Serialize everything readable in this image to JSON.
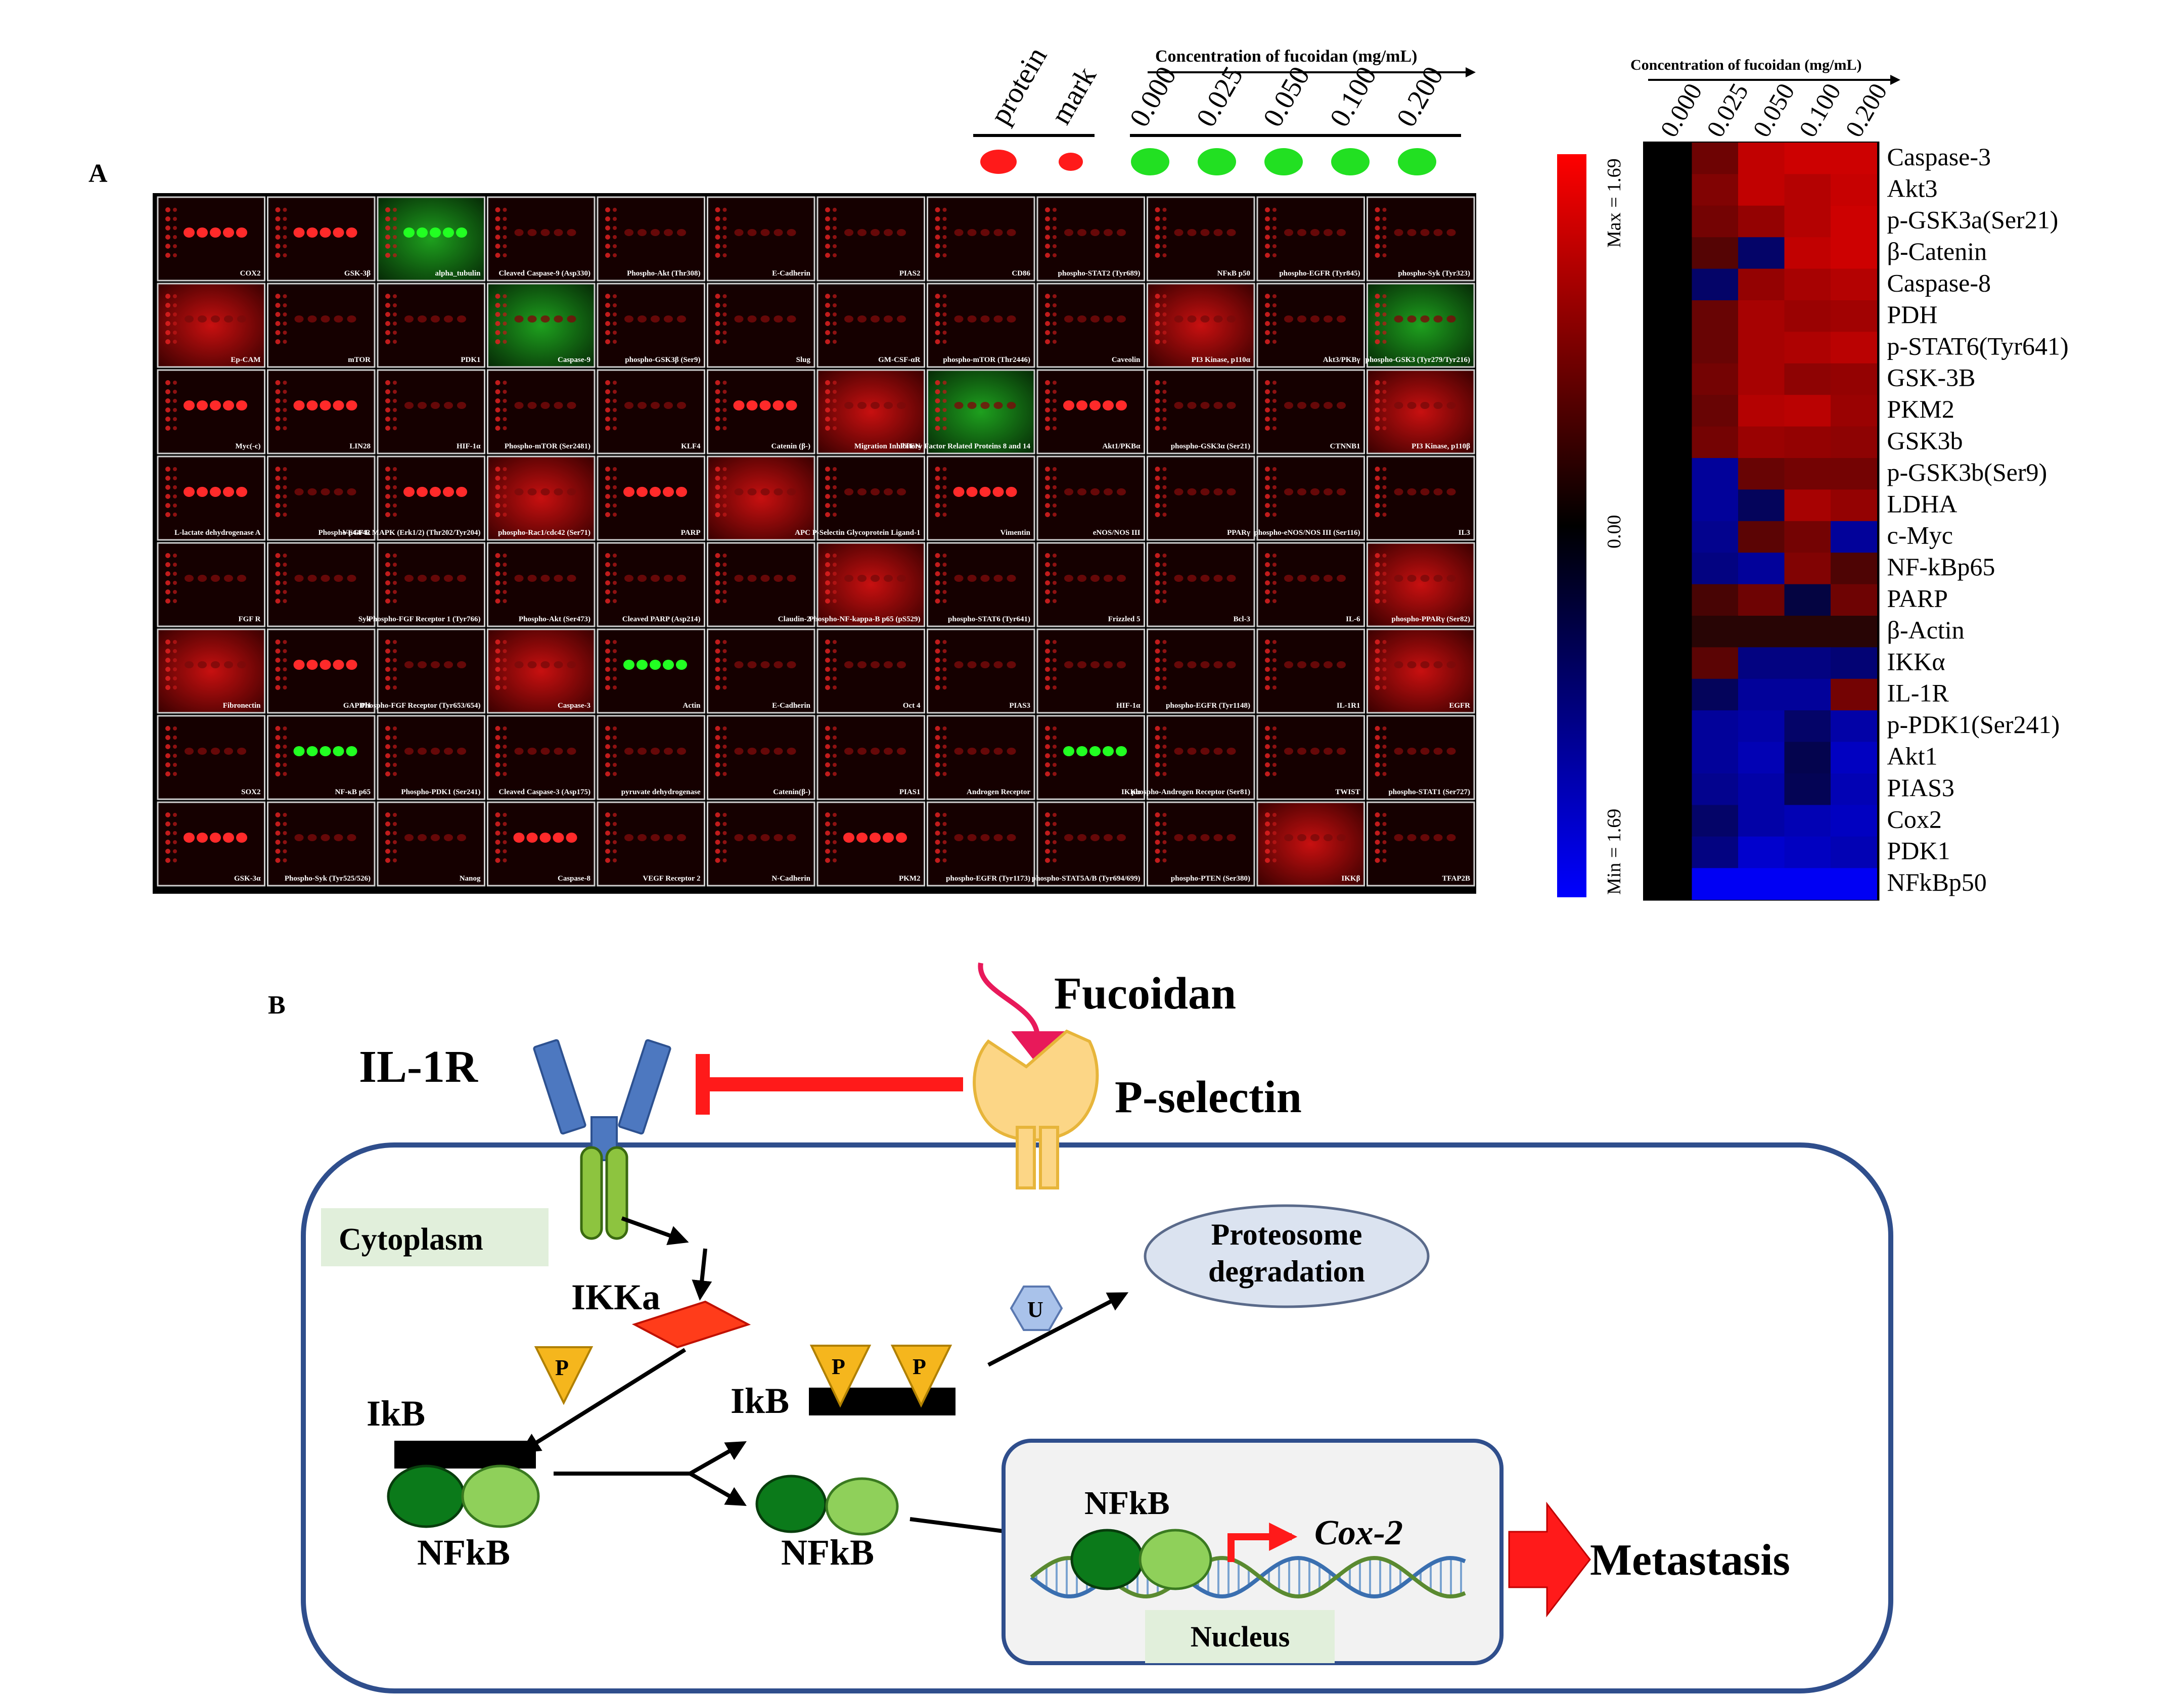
{
  "panel_a": {
    "letter": "A",
    "legend_top": {
      "protein_label": "protein",
      "mark_label": "mark",
      "concentration_title": "Concentration of fucoidan (mg/mL)",
      "concentrations": [
        "0.000",
        "0.025",
        "0.050",
        "0.100",
        "0.200"
      ],
      "dot_colors": {
        "protein": "#ff1a1a",
        "mark": "#ff1a1a",
        "sample": "#22e022"
      }
    },
    "blot_labels": [
      [
        "COX2",
        "GSK-3β",
        "alpha_tubulin",
        "Cleaved Caspase-9 (Asp330)",
        "Phospho-Akt (Thr308)",
        "E-Cadherin",
        "PIAS2",
        "CD86",
        "phospho-STAT2 (Tyr689)",
        "NFκB p50",
        "phospho-EGFR (Tyr845)",
        "phospho-Syk (Tyr323)"
      ],
      [
        "Ep-CAM",
        "mTOR",
        "PDK1",
        "Caspase-9",
        "phospho-GSK3β (Ser9)",
        "Slug",
        "GM-CSF-αR",
        "phospho-mTOR (Thr2446)",
        "Caveolin",
        "PI3 Kinase, p110α",
        "Akt3/PKBγ",
        "phospho-GSK3 (Tyr279/Tyr216)"
      ],
      [
        "Myc(-c)",
        "LIN28",
        "HIF-1α",
        "Phospho-mTOR (Ser2481)",
        "KLF4",
        "Catenin (β-)",
        "PTEN",
        "Migration Inhibitory Factor Related Proteins 8 and 14",
        "Akt1/PKBα",
        "phospho-GSK3α (Ser21)",
        "CTNNB1",
        "PI3 Kinase, p110β"
      ],
      [
        "L-lactate dehydrogenase A",
        "VEGF R",
        "Phospho-p44/42 MAPK (Erk1/2) (Thr202/Tyr204)",
        "phospho-Rac1/cdc42 (Ser71)",
        "PARP",
        "APC",
        "P-Selectin Glycoprotein Ligand-1",
        "Vimentin",
        "eNOS/NOS III",
        "PPARγ",
        "phospho-eNOS/NOS III (Ser116)",
        "IL3"
      ],
      [
        "FGF R",
        "Syk",
        "Phospho-FGF Receptor 1 (Tyr766)",
        "Phospho-Akt (Ser473)",
        "Cleaved PARP (Asp214)",
        "Claudin-2",
        "Phospho-NF-kappa-B p65 (pS529)",
        "phospho-STAT6 (Tyr641)",
        "Frizzled 5",
        "Bcl-3",
        "IL-6",
        "phospho-PPARγ (Ser82)"
      ],
      [
        "Fibronectin",
        "GAPDH",
        "Phospho-FGF Receptor (Tyr653/654)",
        "Caspase-3",
        "Actin",
        "E-Cadherin",
        "Oct 4",
        "PIAS3",
        "HIF-1α",
        "phospho-EGFR (Tyr1148)",
        "IL-1R1",
        "EGFR"
      ],
      [
        "SOX2",
        "NF-κB p65",
        "Phospho-PDK1 (Ser241)",
        "Cleaved Caspase-3 (Asp175)",
        "pyruvate dehydrogenase",
        "Catenin(β-)",
        "PIAS1",
        "Androgen Receptor",
        "IKKα",
        "phospho-Androgen Receptor (Ser81)",
        "TWIST",
        "phospho-STAT1 (Ser727)"
      ],
      [
        "GSK-3α",
        "Phospho-Syk (Tyr525/526)",
        "Nanog",
        "Caspase-8",
        "VEGF Receptor 2",
        "N-Cadherin",
        "PKM2",
        "phospho-EGFR (Tyr1173)",
        "phospho-STAT5A/B (Tyr694/699)",
        "phospho-PTEN (Ser380)",
        "IKKβ",
        "TFAP2B"
      ]
    ],
    "colorbar": {
      "max_label": "Max = 1.69",
      "zero_label": "0.00",
      "min_label": "Min = 1.69",
      "max_color": "#ff0000",
      "zero_color": "#000000",
      "min_color": "#0000ff"
    },
    "heatmap_title": "Concentration of fucoidan (mg/mL)"
  },
  "chart_data": {
    "type": "heatmap",
    "title": "Concentration of fucoidan (mg/mL)",
    "x": [
      "0.000",
      "0.025",
      "0.050",
      "0.100",
      "0.200"
    ],
    "y": [
      "Caspase-3",
      "Akt3",
      "p-GSK3a(Ser21)",
      "β-Catenin",
      "Caspase-8",
      "PDH",
      "p-STAT6(Tyr641)",
      "GSK-3B",
      "PKM2",
      "GSK3b",
      "p-GSK3b(Ser9)",
      "LDHA",
      "c-Myc",
      "NF-kBp65",
      "PARP",
      "β-Actin",
      "IKKα",
      "IL-1R",
      "p-PDK1(Ser241)",
      "Akt1",
      "PIAS3",
      "Cox2",
      "PDK1",
      "NFkBp50"
    ],
    "values": [
      [
        0.0,
        0.55,
        1.2,
        1.3,
        1.3
      ],
      [
        0.0,
        0.7,
        1.2,
        1.1,
        1.25
      ],
      [
        0.0,
        0.6,
        0.85,
        1.1,
        1.3
      ],
      [
        0.0,
        0.35,
        -0.5,
        1.2,
        1.3
      ],
      [
        0.0,
        -0.5,
        0.85,
        1.0,
        1.1
      ],
      [
        0.0,
        0.5,
        1.0,
        0.9,
        0.95
      ],
      [
        0.0,
        0.5,
        1.0,
        1.05,
        1.15
      ],
      [
        0.0,
        0.6,
        1.0,
        0.8,
        0.85
      ],
      [
        0.0,
        0.5,
        1.1,
        1.15,
        0.9
      ],
      [
        0.0,
        0.6,
        0.9,
        0.85,
        0.8
      ],
      [
        0.0,
        -0.9,
        0.5,
        0.6,
        0.6
      ],
      [
        0.0,
        -0.9,
        -0.4,
        1.0,
        0.85
      ],
      [
        0.0,
        -0.8,
        0.4,
        0.6,
        -0.9
      ],
      [
        0.0,
        -0.7,
        -0.9,
        0.7,
        0.3
      ],
      [
        0.0,
        0.25,
        0.55,
        -0.2,
        0.55
      ],
      [
        0.0,
        0.0,
        0.0,
        0.0,
        0.0
      ],
      [
        0.0,
        0.4,
        -0.7,
        -0.7,
        -0.6
      ],
      [
        0.0,
        -0.4,
        -0.9,
        -0.9,
        0.6
      ],
      [
        0.0,
        -0.9,
        -1.0,
        -0.5,
        -1.0
      ],
      [
        0.0,
        -0.9,
        -1.1,
        -0.3,
        -1.2
      ],
      [
        0.0,
        -0.8,
        -1.0,
        -0.35,
        -1.1
      ],
      [
        0.0,
        -0.5,
        -1.0,
        -1.1,
        -1.2
      ],
      [
        0.0,
        -0.7,
        -1.3,
        -1.2,
        -1.1
      ],
      [
        0.0,
        -1.6,
        -1.6,
        -1.6,
        -1.6
      ]
    ],
    "vmin": -1.69,
    "vmax": 1.69
  },
  "panel_b": {
    "letter": "B",
    "fucoidan": "Fucoidan",
    "p_selectin": "P-selectin",
    "il1r": "IL-1R",
    "cytoplasm": "Cytoplasm",
    "ikka": "IKKa",
    "phospho": "P",
    "ikb": "IkB",
    "nfkb": "NFkB",
    "ubiquitin": "U",
    "proteosome_line1": "Proteosome",
    "proteosome_line2": "degradation",
    "cox2": "Cox-2",
    "nucleus": "Nucleus",
    "metastasis": "Metastasis"
  }
}
